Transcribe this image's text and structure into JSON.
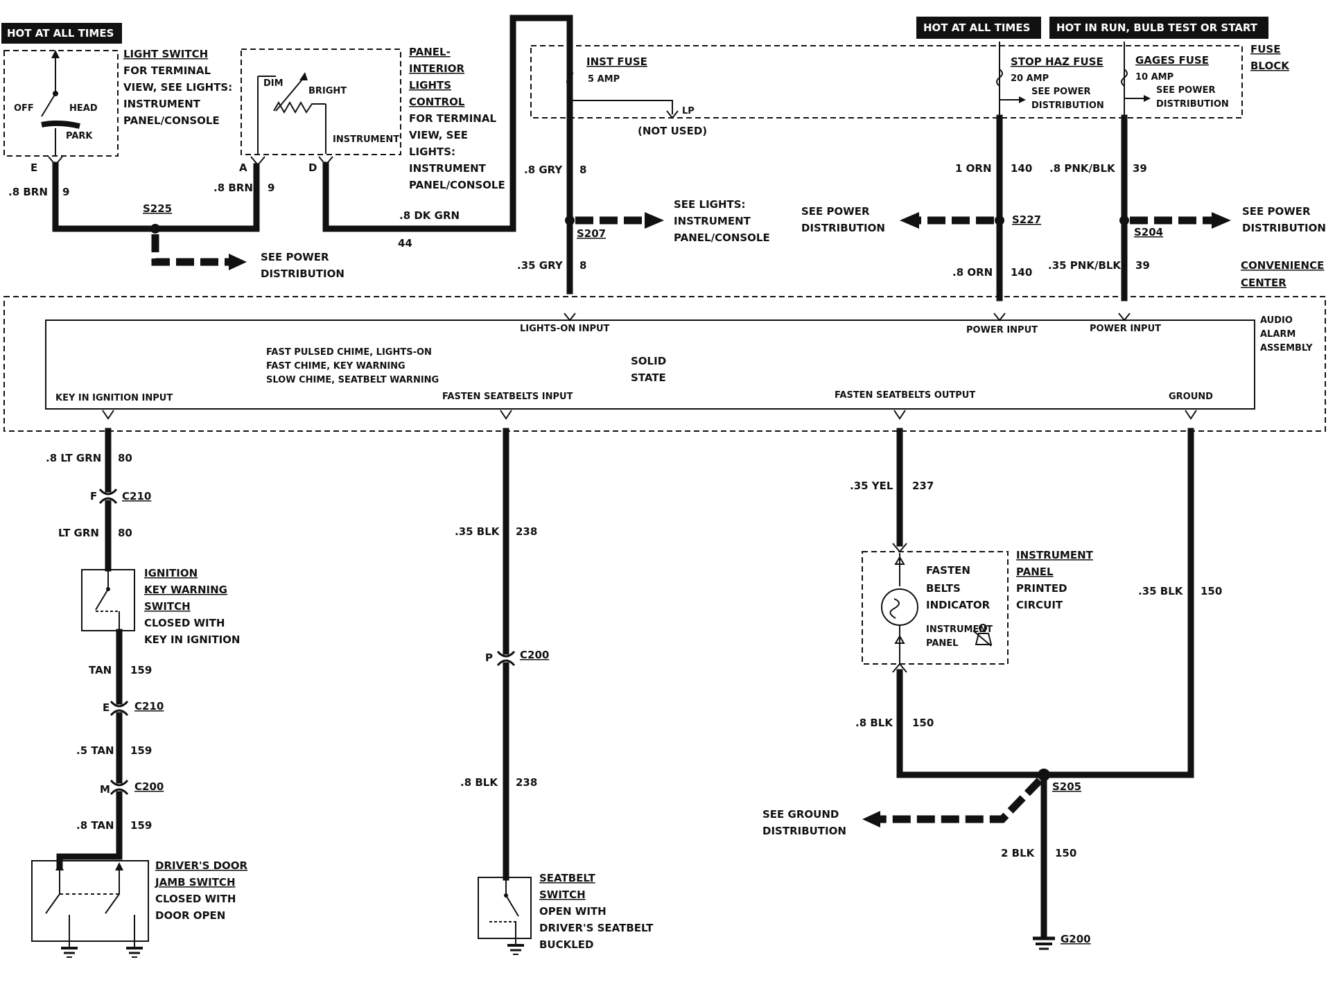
{
  "headers": {
    "hot_left": "HOT AT ALL TIMES",
    "hot_right": "HOT AT ALL TIMES",
    "hot_run": "HOT IN RUN, BULB TEST OR START"
  },
  "fuse_block": {
    "label": [
      "FUSE",
      "BLOCK"
    ],
    "inst_fuse": "INST FUSE",
    "inst_amp": "5  AMP",
    "lp": "LP",
    "not_used": "(NOT USED)",
    "stop_fuse": "STOP HAZ FUSE",
    "stop_amp": "20 AMP",
    "gages_fuse": "GAGES FUSE",
    "gages_amp": "10 AMP",
    "see_power": [
      "SEE POWER",
      "DISTRIBUTION"
    ]
  },
  "light_switch": {
    "label": [
      "LIGHT SWITCH",
      "FOR TERMINAL",
      "VIEW, SEE LIGHTS:",
      "INSTRUMENT",
      "PANEL/CONSOLE"
    ],
    "off": "OFF",
    "head": "HEAD",
    "park": "PARK",
    "pin": "E",
    "wire": ".8 BRN",
    "circuit": "9"
  },
  "panel_control": {
    "label": [
      "PANEL-",
      "INTERIOR",
      "LIGHTS",
      "CONTROL",
      "FOR TERMINAL",
      "VIEW, SEE",
      "LIGHTS:",
      "INSTRUMENT",
      "PANEL/CONSOLE"
    ],
    "dim": "DIM",
    "bright": "BRIGHT",
    "instrument": "INSTRUMENT",
    "pin_a": "A",
    "pin_d": "D",
    "wire_a": ".8 BRN",
    "circuit_a": "9",
    "wire_d": ".8 DK GRN",
    "circuit_d": "44"
  },
  "splices": {
    "s225": "S225",
    "s207": "S207",
    "s227": "S227",
    "s204": "S204",
    "s205": "S205"
  },
  "see_power_left": [
    "SEE POWER",
    "DISTRIBUTION"
  ],
  "see_lights": [
    "SEE LIGHTS:",
    "INSTRUMENT",
    "PANEL/CONSOLE"
  ],
  "see_power_mid": [
    "SEE POWER",
    "DISTRIBUTION"
  ],
  "see_power_right": [
    "SEE POWER",
    "DISTRIBUTION"
  ],
  "convenience": [
    "CONVENIENCE",
    "CENTER"
  ],
  "wires_top": {
    "gry8": ".8 GRY",
    "c8": "8",
    "gry35": ".35 GRY",
    "c8b": "8",
    "orn1": "1 ORN",
    "c140": "140",
    "orn8": ".8 ORN",
    "c140b": "140",
    "pnk8": ".8 PNK/BLK",
    "c39": "39",
    "pnk35": ".35 PNK/BLK",
    "c39b": "39"
  },
  "alarm": {
    "label": [
      "AUDIO",
      "ALARM",
      "ASSEMBLY"
    ],
    "lights_on": "LIGHTS-ON INPUT",
    "power1": "POWER INPUT",
    "power2": "POWER INPUT",
    "chime": [
      "FAST PULSED CHIME, LIGHTS-ON",
      "FAST CHIME, KEY WARNING",
      "SLOW CHIME, SEATBELT WARNING"
    ],
    "solid": [
      "SOLID",
      "STATE"
    ],
    "key_in": "KEY IN IGNITION INPUT",
    "fasten_in": "FASTEN SEATBELTS INPUT",
    "fasten_out": "FASTEN SEATBELTS OUTPUT",
    "ground": "GROUND"
  },
  "left_branch": {
    "w1": ".8 LT GRN",
    "c1": "80",
    "pin_f": "F",
    "c210a": "C210",
    "w2": "LT GRN",
    "c2": "80",
    "ign": [
      "IGNITION",
      "KEY WARNING",
      "SWITCH",
      "CLOSED WITH",
      "KEY IN IGNITION"
    ],
    "w3": "TAN",
    "c3": "159",
    "pin_e": "E",
    "c210b": "C210",
    "w4": ".5 TAN",
    "c4": "159",
    "pin_m": "M",
    "c200": "C200",
    "w5": ".8 TAN",
    "c5": "159",
    "door": [
      "DRIVER'S DOOR",
      "JAMB SWITCH",
      "CLOSED WITH",
      "DOOR OPEN"
    ]
  },
  "mid_branch": {
    "w1": ".35 BLK",
    "c1": "238",
    "pin_p": "P",
    "c200": "C200",
    "w2": ".8 BLK",
    "c2": "238",
    "seatbelt": [
      "SEATBELT",
      "SWITCH",
      "OPEN WITH",
      "DRIVER'S SEATBELT",
      "BUCKLED"
    ]
  },
  "right_branch": {
    "w1": ".35 YEL",
    "c1": "237",
    "indicator": [
      "FASTEN",
      "BELTS",
      "INDICATOR"
    ],
    "ip": [
      "INSTRUMENT",
      "PANEL"
    ],
    "ippc": [
      "INSTRUMENT",
      "PANEL",
      "PRINTED",
      "CIRCUIT"
    ],
    "w2": ".8 BLK",
    "c2": "150",
    "w3": ".35 BLK",
    "c3": "150",
    "see_ground": [
      "SEE GROUND",
      "DISTRIBUTION"
    ],
    "w4": "2 BLK",
    "c4": "150",
    "g200": "G200"
  }
}
